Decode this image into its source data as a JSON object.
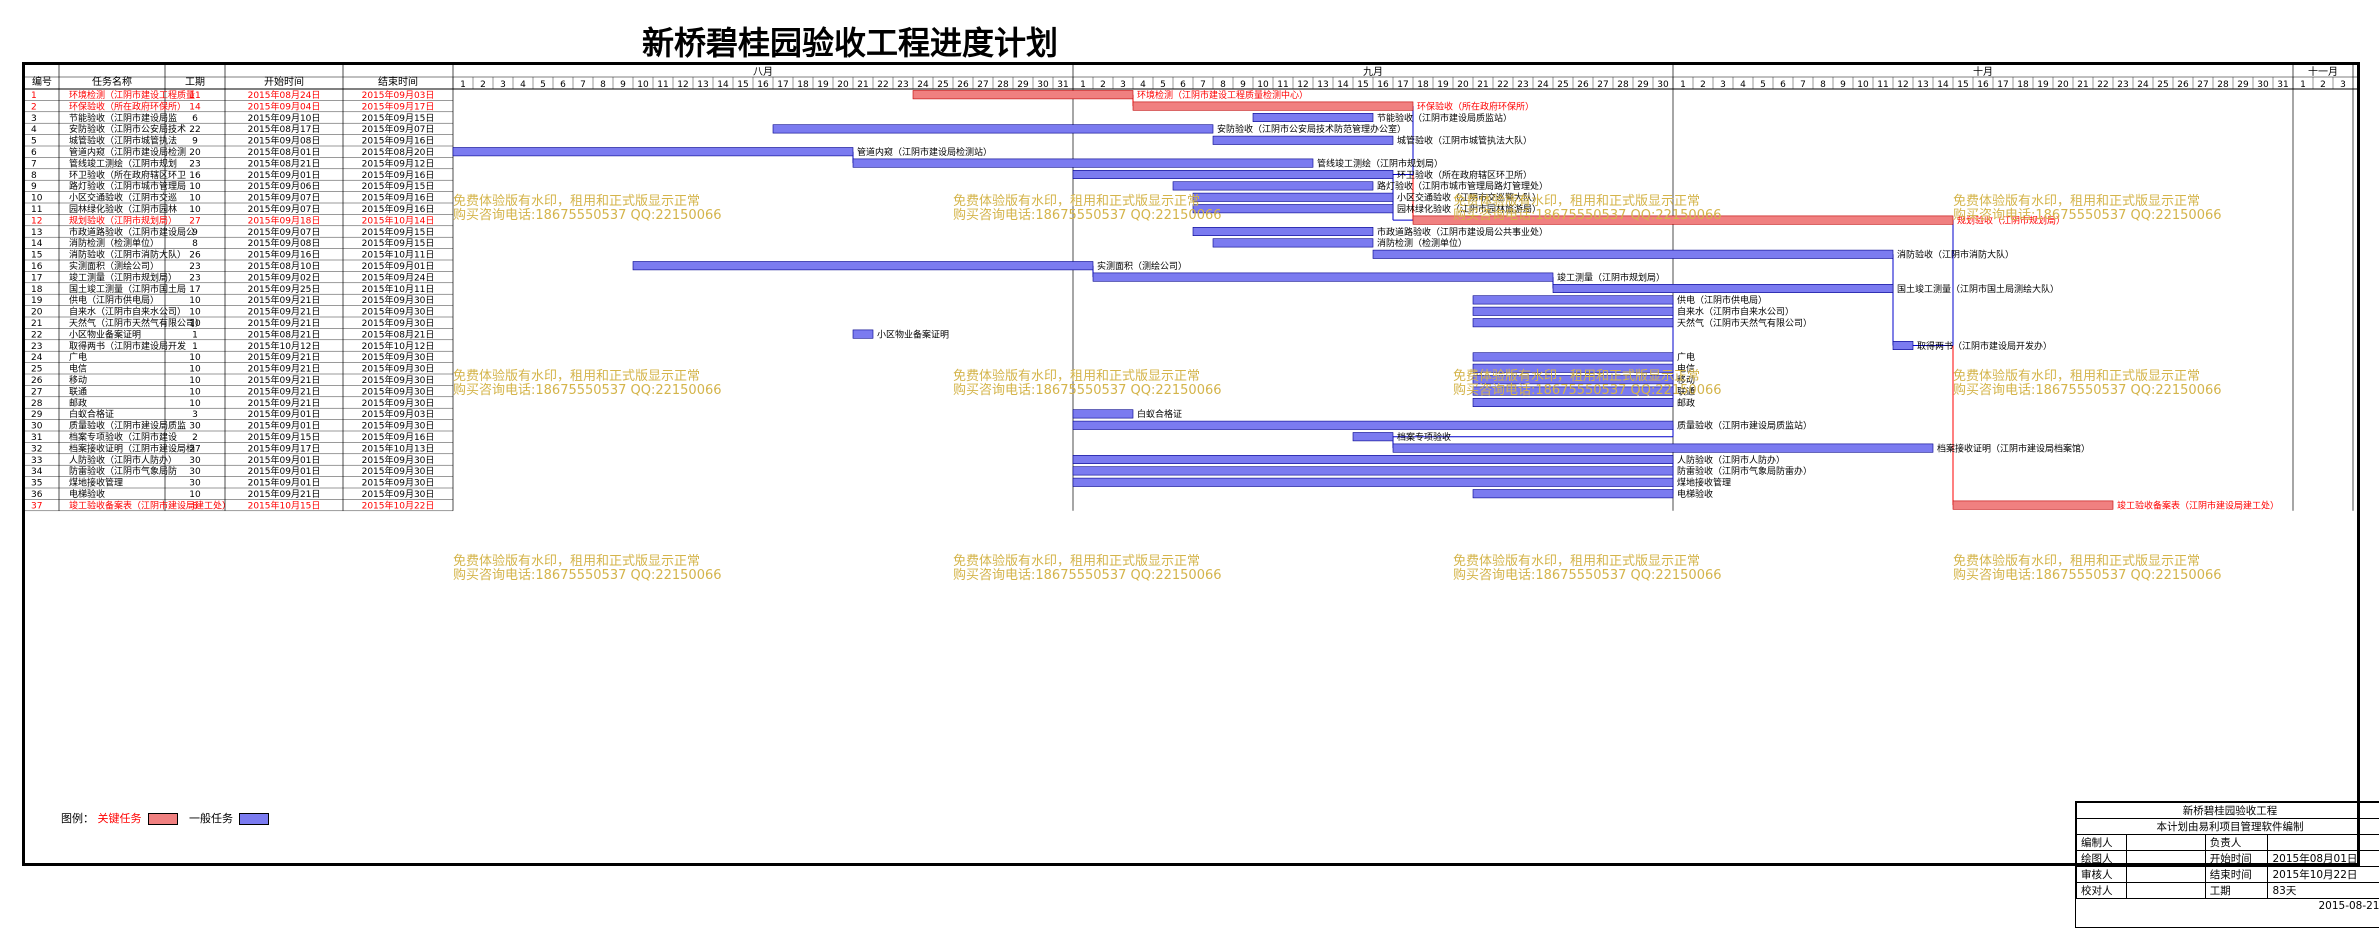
{
  "title": "新桥碧桂园验收工程进度计划",
  "columns": {
    "id": "编号",
    "name": "任务名称",
    "duration": "工期",
    "start": "开始时间",
    "end": "结束时间"
  },
  "months": [
    {
      "label": "八月",
      "start_day": 1,
      "days": 31
    },
    {
      "label": "九月",
      "start_day": 1,
      "days": 30
    },
    {
      "label": "十月",
      "start_day": 1,
      "days": 31
    },
    {
      "label": "十一月",
      "start_day": 1,
      "days": 3
    }
  ],
  "timeline": {
    "origin": "2015-08-01",
    "total_days": 95
  },
  "colors": {
    "critical": "#f08080",
    "normal": "#7b7bf0",
    "critical_text": "#ff0000",
    "normal_text": "#000000",
    "link": "#0000cc",
    "link_critical": "#ff0000",
    "watermark": "#d4b44a"
  },
  "tasks": [
    {
      "id": "1",
      "name": "环境检测（江阴市建设工程质量",
      "duration": "11",
      "start": "2015年08月24日",
      "end": "2015年09月03日",
      "critical": true,
      "s": 23,
      "e": 33,
      "label": "环境检测（江阴市建设工程质量检测中心）"
    },
    {
      "id": "2",
      "name": "环保验收（所在政府环保所）",
      "duration": "14",
      "start": "2015年09月04日",
      "end": "2015年09月17日",
      "critical": true,
      "s": 34,
      "e": 47,
      "label": "环保验收（所在政府环保所）"
    },
    {
      "id": "3",
      "name": "节能验收（江阴市建设局监",
      "duration": "6",
      "start": "2015年09月10日",
      "end": "2015年09月15日",
      "critical": false,
      "s": 40,
      "e": 45,
      "label": "节能验收（江阴市建设局质监站）"
    },
    {
      "id": "4",
      "name": "安防验收（江阴市公安局技术",
      "duration": "22",
      "start": "2015年08月17日",
      "end": "2015年09月07日",
      "critical": false,
      "s": 16,
      "e": 37,
      "label": "安防验收（江阴市公安局技术防范管理办公室）"
    },
    {
      "id": "5",
      "name": "城管验收（江阴市城管执法",
      "duration": "9",
      "start": "2015年09月08日",
      "end": "2015年09月16日",
      "critical": false,
      "s": 38,
      "e": 46,
      "label": "城管验收（江阴市城管执法大队）"
    },
    {
      "id": "6",
      "name": "管道内窥（江阴市建设局检测",
      "duration": "20",
      "start": "2015年08月01日",
      "end": "2015年08月20日",
      "critical": false,
      "s": 0,
      "e": 19,
      "label": "管道内窥（江阴市建设局检测站）"
    },
    {
      "id": "7",
      "name": "管线竣工测绘（江阴市规划",
      "duration": "23",
      "start": "2015年08月21日",
      "end": "2015年09月12日",
      "critical": false,
      "s": 20,
      "e": 42,
      "label": "管线竣工测绘（江阴市规划局）"
    },
    {
      "id": "8",
      "name": "环卫验收（所在政府辖区环卫",
      "duration": "16",
      "start": "2015年09月01日",
      "end": "2015年09月16日",
      "critical": false,
      "s": 31,
      "e": 46,
      "label": "环卫验收（所在政府辖区环卫所）"
    },
    {
      "id": "9",
      "name": "路灯验收（江阴市城市管理局",
      "duration": "10",
      "start": "2015年09月06日",
      "end": "2015年09月15日",
      "critical": false,
      "s": 36,
      "e": 45,
      "label": "路灯验收（江阴市城市管理局路灯管理处）"
    },
    {
      "id": "10",
      "name": "小区交通验收（江阴市交巡",
      "duration": "10",
      "start": "2015年09月07日",
      "end": "2015年09月16日",
      "critical": false,
      "s": 37,
      "e": 46,
      "label": "小区交通验收（江阴市交巡警大队）"
    },
    {
      "id": "11",
      "name": "园林绿化验收（江阴市园林",
      "duration": "10",
      "start": "2015年09月07日",
      "end": "2015年09月16日",
      "critical": false,
      "s": 37,
      "e": 46,
      "label": "园林绿化验收（江阴市园林旅游局）"
    },
    {
      "id": "12",
      "name": "规划验收（江阴市规划局）",
      "duration": "27",
      "start": "2015年09月18日",
      "end": "2015年10月14日",
      "critical": true,
      "s": 48,
      "e": 74,
      "label": "规划验收（江阴市规划局）"
    },
    {
      "id": "13",
      "name": "市政道路验收（江阴市建设局公",
      "duration": "9",
      "start": "2015年09月07日",
      "end": "2015年09月15日",
      "critical": false,
      "s": 37,
      "e": 45,
      "label": "市政道路验收（江阴市建设局公共事业处）"
    },
    {
      "id": "14",
      "name": "消防检测（检测单位）",
      "duration": "8",
      "start": "2015年09月08日",
      "end": "2015年09月15日",
      "critical": false,
      "s": 38,
      "e": 45,
      "label": "消防检测（检测单位）"
    },
    {
      "id": "15",
      "name": "消防验收（江阴市消防大队）",
      "duration": "26",
      "start": "2015年09月16日",
      "end": "2015年10月11日",
      "critical": false,
      "s": 46,
      "e": 71,
      "label": "消防验收（江阴市消防大队）"
    },
    {
      "id": "16",
      "name": "实测面积（测绘公司）",
      "duration": "23",
      "start": "2015年08月10日",
      "end": "2015年09月01日",
      "critical": false,
      "s": 9,
      "e": 31,
      "label": "实测面积（测绘公司）"
    },
    {
      "id": "17",
      "name": "竣工测量（江阴市规划局）",
      "duration": "23",
      "start": "2015年09月02日",
      "end": "2015年09月24日",
      "critical": false,
      "s": 32,
      "e": 54,
      "label": "竣工测量（江阴市规划局）"
    },
    {
      "id": "18",
      "name": "国土竣工测量（江阴市国土局",
      "duration": "17",
      "start": "2015年09月25日",
      "end": "2015年10月11日",
      "critical": false,
      "s": 55,
      "e": 71,
      "label": "国土竣工测量（江阴市国土局测绘大队）"
    },
    {
      "id": "19",
      "name": "供电（江阴市供电局）",
      "duration": "10",
      "start": "2015年09月21日",
      "end": "2015年09月30日",
      "critical": false,
      "s": 51,
      "e": 60,
      "label": "供电（江阴市供电局）"
    },
    {
      "id": "20",
      "name": "自来水（江阴市自来水公司）",
      "duration": "10",
      "start": "2015年09月21日",
      "end": "2015年09月30日",
      "critical": false,
      "s": 51,
      "e": 60,
      "label": "自来水（江阴市自来水公司）"
    },
    {
      "id": "21",
      "name": "天然气（江阴市天然气有限公司）",
      "duration": "10",
      "start": "2015年09月21日",
      "end": "2015年09月30日",
      "critical": false,
      "s": 51,
      "e": 60,
      "label": "天然气（江阴市天然气有限公司）"
    },
    {
      "id": "22",
      "name": "小区物业备案证明",
      "duration": "1",
      "start": "2015年08月21日",
      "end": "2015年08月21日",
      "critical": false,
      "s": 20,
      "e": 20,
      "label": "小区物业备案证明"
    },
    {
      "id": "23",
      "name": "取得两书（江阴市建设局开发",
      "duration": "1",
      "start": "2015年10月12日",
      "end": "2015年10月12日",
      "critical": false,
      "s": 72,
      "e": 72,
      "label": "取得两书（江阴市建设局开发办）"
    },
    {
      "id": "24",
      "name": "广电",
      "duration": "10",
      "start": "2015年09月21日",
      "end": "2015年09月30日",
      "critical": false,
      "s": 51,
      "e": 60,
      "label": "广电"
    },
    {
      "id": "25",
      "name": "电信",
      "duration": "10",
      "start": "2015年09月21日",
      "end": "2015年09月30日",
      "critical": false,
      "s": 51,
      "e": 60,
      "label": "电信"
    },
    {
      "id": "26",
      "name": "移动",
      "duration": "10",
      "start": "2015年09月21日",
      "end": "2015年09月30日",
      "critical": false,
      "s": 51,
      "e": 60,
      "label": "移动"
    },
    {
      "id": "27",
      "name": "联通",
      "duration": "10",
      "start": "2015年09月21日",
      "end": "2015年09月30日",
      "critical": false,
      "s": 51,
      "e": 60,
      "label": "联通"
    },
    {
      "id": "28",
      "name": "邮政",
      "duration": "10",
      "start": "2015年09月21日",
      "end": "2015年09月30日",
      "critical": false,
      "s": 51,
      "e": 60,
      "label": "邮政"
    },
    {
      "id": "29",
      "name": "白蚁合格证",
      "duration": "3",
      "start": "2015年09月01日",
      "end": "2015年09月03日",
      "critical": false,
      "s": 31,
      "e": 33,
      "label": "白蚁合格证"
    },
    {
      "id": "30",
      "name": "质量验收（江阴市建设局质监",
      "duration": "30",
      "start": "2015年09月01日",
      "end": "2015年09月30日",
      "critical": false,
      "s": 31,
      "e": 60,
      "label": "质量验收（江阴市建设局质监站）"
    },
    {
      "id": "31",
      "name": "档案专项验收（江阴市建设",
      "duration": "2",
      "start": "2015年09月15日",
      "end": "2015年09月16日",
      "critical": false,
      "s": 45,
      "e": 46,
      "label": "档案专项验收"
    },
    {
      "id": "32",
      "name": "档案接收证明（江阴市建设局档",
      "duration": "27",
      "start": "2015年09月17日",
      "end": "2015年10月13日",
      "critical": false,
      "s": 47,
      "e": 73,
      "label": "档案接收证明（江阴市建设局档案馆）"
    },
    {
      "id": "33",
      "name": "人防验收（江阴市人防办）",
      "duration": "30",
      "start": "2015年09月01日",
      "end": "2015年09月30日",
      "critical": false,
      "s": 31,
      "e": 60,
      "label": "人防验收（江阴市人防办）"
    },
    {
      "id": "34",
      "name": "防雷验收（江阴市气象局防",
      "duration": "30",
      "start": "2015年09月01日",
      "end": "2015年09月30日",
      "critical": false,
      "s": 31,
      "e": 60,
      "label": "防雷验收（江阴市气象局防雷办）"
    },
    {
      "id": "35",
      "name": "煤地接收管理",
      "duration": "30",
      "start": "2015年09月01日",
      "end": "2015年09月30日",
      "critical": false,
      "s": 31,
      "e": 60,
      "label": "煤地接收管理"
    },
    {
      "id": "36",
      "name": "电梯验收",
      "duration": "10",
      "start": "2015年09月21日",
      "end": "2015年09月30日",
      "critical": false,
      "s": 51,
      "e": 60,
      "label": "电梯验收"
    },
    {
      "id": "37",
      "name": "竣工验收备案表（江阴市建设局建工处）",
      "duration": "8",
      "start": "2015年10月15日",
      "end": "2015年10月22日",
      "critical": true,
      "s": 75,
      "e": 82,
      "label": "竣工验收备案表（江阴市建设局建工处）"
    }
  ],
  "watermark": {
    "line1": "免费体验版有水印，租用和正式版显示正常",
    "line2": "购买咨询电话:18675550537 QQ:22150066"
  },
  "legend": {
    "label": "图例：",
    "critical": "关键任务",
    "normal": "一般任务"
  },
  "titleblock": {
    "project": "新桥碧桂园验收工程",
    "subtitle": "本计划由易利项目管理软件编制",
    "rows": [
      {
        "k1": "编制人",
        "v1": "",
        "k2": "负责人",
        "v2": ""
      },
      {
        "k1": "绘图人",
        "v1": "",
        "k2": "开始时间",
        "v2": "2015年08月01日"
      },
      {
        "k1": "审核人",
        "v1": "",
        "k2": "结束时间",
        "v2": "2015年10月22日"
      },
      {
        "k1": "校对人",
        "v1": "",
        "k2": "工期",
        "v2": "83天"
      }
    ],
    "date": "2015-08-21"
  }
}
